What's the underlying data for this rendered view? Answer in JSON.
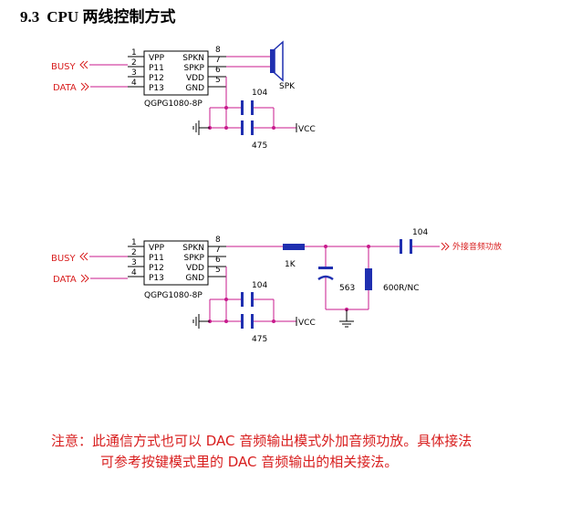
{
  "title": {
    "number": "9.3",
    "text": "CPU 两线控制方式"
  },
  "circuit1": {
    "chip": {
      "name": "QGPG1080-8P",
      "left_labels": [
        "VPP",
        "P11",
        "P12",
        "P13"
      ],
      "right_labels": [
        "SPKN",
        "SPKP",
        "VDD",
        "GND"
      ],
      "left_pins": [
        "1",
        "2",
        "3",
        "4"
      ],
      "right_pins": [
        "8",
        "7",
        "6",
        "5"
      ]
    },
    "busy": "BUSY",
    "data": "DATA",
    "speaker": "SPK",
    "cap_top": "104",
    "cap_bottom": "475",
    "vcc": "VCC"
  },
  "circuit2": {
    "chip": {
      "name": "QGPG1080-8P",
      "left_labels": [
        "VPP",
        "P11",
        "P12",
        "P13"
      ],
      "right_labels": [
        "SPKN",
        "SPKP",
        "VDD",
        "GND"
      ],
      "left_pins": [
        "1",
        "2",
        "3",
        "4"
      ],
      "right_pins": [
        "8",
        "7",
        "6",
        "5"
      ]
    },
    "busy": "BUSY",
    "data": "DATA",
    "resistor": "1K",
    "cap_mid": "563",
    "load": "600R/NC",
    "cap_out": "104",
    "output": "外接音频功放",
    "cap_top": "104",
    "cap_bottom": "475",
    "vcc": "VCC"
  },
  "note": {
    "line1": "注意：此通信方式也可以 DAC 音频输出模式外加音频功放。具体接法",
    "line2": "可参考按键模式里的 DAC 音频输出的相关接法。"
  },
  "colors": {
    "wire": "#c81a8c",
    "component": "#1f2fb0",
    "text": "#000000",
    "signal": "#d81e1e"
  }
}
